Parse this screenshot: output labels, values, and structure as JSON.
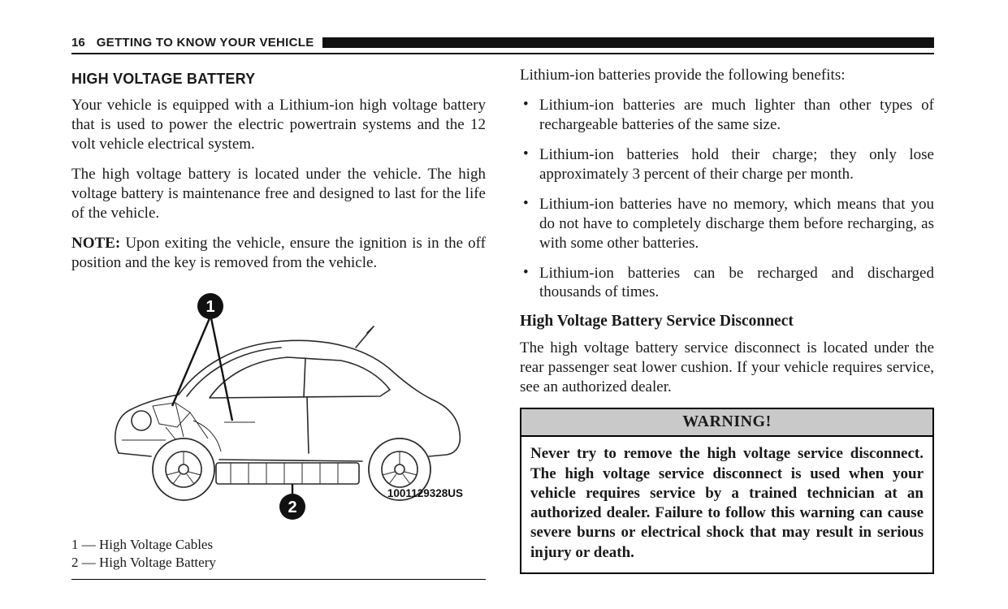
{
  "header": {
    "page_number": "16",
    "title": "GETTING TO KNOW YOUR VEHICLE"
  },
  "left_column": {
    "heading": "HIGH VOLTAGE BATTERY",
    "para1": "Your vehicle is equipped with a Lithium-ion high voltage battery that is used to power the electric powertrain systems and the 12 volt vehicle electrical system.",
    "para2": "The high voltage battery is located under the vehicle. The high voltage battery is maintenance free and designed to last for the life of the vehicle.",
    "note_label": "NOTE:",
    "note_text": " Upon exiting the vehicle, ensure the ignition is in the off position and the key is removed from the vehicle.",
    "figure": {
      "callout1": "1",
      "callout2": "2",
      "image_code": "1001129328US",
      "legend": [
        "1 — High Voltage Cables",
        "2 — High Voltage Battery"
      ]
    }
  },
  "right_column": {
    "intro": "Lithium-ion batteries provide the following benefits:",
    "bullet_glyph": "•",
    "bullets": [
      "Lithium-ion batteries are much lighter than other types of rechargeable batteries of the same size.",
      "Lithium-ion batteries hold their charge; they only lose approximately 3 percent of their charge per month.",
      "Lithium-ion batteries have no memory, which means that you do not have to completely discharge them before recharging, as with some other batteries.",
      "Lithium-ion batteries can be recharged and discharged thousands of times."
    ],
    "subheading": "High Voltage Battery Service Disconnect",
    "para": "The high voltage battery service disconnect is located under the rear passenger seat lower cushion. If your vehicle requires service, see an authorized dealer.",
    "warning": {
      "title": "WARNING!",
      "body": "Never try to remove the high voltage service disconnect. The high voltage service disconnect is used when your vehicle requires service by a trained technician at an authorized dealer. Failure to follow this warning can cause severe burns or electrical shock that may result in serious injury or death."
    }
  },
  "colors": {
    "header_bar": "#111111",
    "warning_header_bg": "#c9c9c9",
    "text": "#1a1a1a"
  }
}
